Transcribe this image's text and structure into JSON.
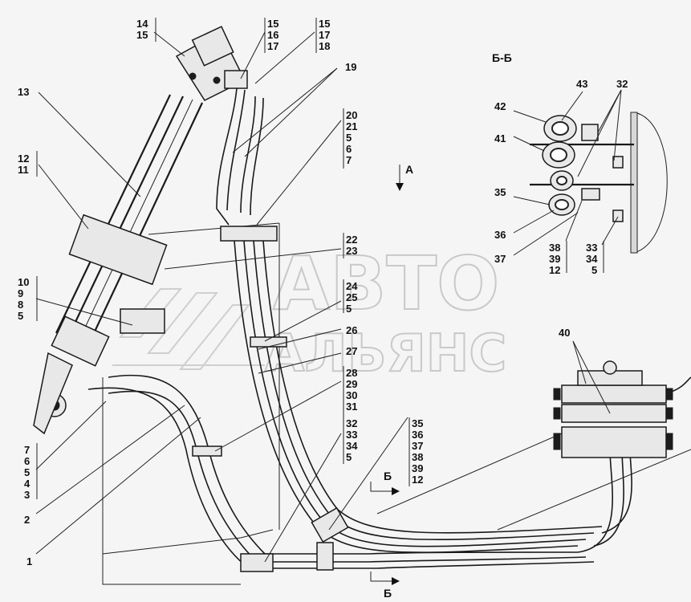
{
  "watermark": {
    "line1": "АВТО",
    "line2": "АЛЬЯНС"
  },
  "section_label": "Б-Б",
  "view_label": "А",
  "cut_label_upper": "Б",
  "cut_label_lower": "Б",
  "callouts": {
    "g_14_15": [
      "14",
      "15"
    ],
    "g_15_16_17": [
      "15",
      "16",
      "17"
    ],
    "g_15_17_18": [
      "15",
      "17",
      "18"
    ],
    "c19": "19",
    "c13": "13",
    "g_12_11": [
      "12",
      "11"
    ],
    "g_20_21_5_6_7": [
      "20",
      "21",
      "5",
      "6",
      "7"
    ],
    "g_22_23": [
      "22",
      "23"
    ],
    "g_10_9_8_5": [
      "10",
      "9",
      "8",
      "5"
    ],
    "g_24_25_5": [
      "24",
      "25",
      "5"
    ],
    "c26": "26",
    "c27": "27",
    "g_28_29_30_31": [
      "28",
      "29",
      "30",
      "31"
    ],
    "g_7_6_5_4_3": [
      "7",
      "6",
      "5",
      "4",
      "3"
    ],
    "c2": "2",
    "c1": "1",
    "g_32_33_34_5": [
      "32",
      "33",
      "34",
      "5"
    ],
    "g_35_36_37_38_39_12": [
      "35",
      "36",
      "37",
      "38",
      "39",
      "12"
    ],
    "c40": "40",
    "c43": "43",
    "c42": "42",
    "c41": "41",
    "c32": "32",
    "c35": "35",
    "c36": "36",
    "c37": "37",
    "g_38_39_12": [
      "38",
      "39",
      "12"
    ],
    "g_33_34_5": [
      "33",
      "34",
      "5"
    ]
  }
}
